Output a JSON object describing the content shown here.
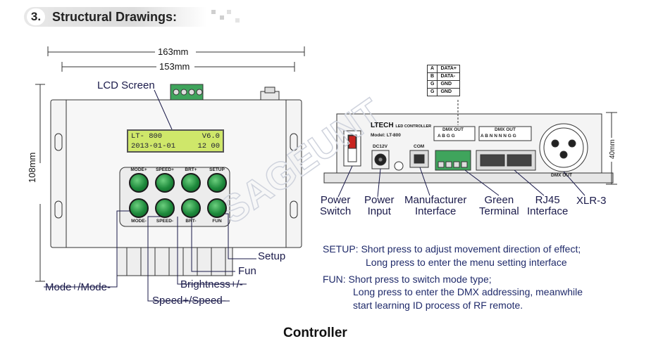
{
  "header": {
    "number": "3.",
    "title": "Structural Drawings:"
  },
  "dimensions": {
    "width_outer": "163mm",
    "width_inner": "153mm",
    "height_left": "108mm",
    "height_right": "40mm"
  },
  "front": {
    "lcd_label": "LCD Screen",
    "lcd_line1_left": "LT- 800",
    "lcd_line1_right": "V6.0",
    "lcd_line2_left": "2013-01-01",
    "lcd_line2_right": "12 00",
    "buttons_top": [
      "MODE+",
      "SPEED+",
      "BRT+",
      "SETUP"
    ],
    "buttons_bottom": [
      "MODE-",
      "SPEED-",
      "BRT-",
      "FUN"
    ],
    "callouts": {
      "setup": "Setup",
      "fun": "Fun",
      "brightness": "Brightness+/-",
      "mode": "Mode+/Mode-",
      "speed": "Speed+/Speed-"
    }
  },
  "back": {
    "brand": "LTECH",
    "brand_sub": "LED CONTROLLER",
    "model": "Model: LT-800",
    "dc_label": "DC12V",
    "com_label": "COM",
    "dmx_out_small": "DMX OUT",
    "dmx_small_pins": "A  B  G  G",
    "dmx_out_rj": "DMX OUT",
    "rj_pins": "A B N N N N G G",
    "xlr_label": "DMX OUT",
    "pin_table": [
      [
        "A",
        "DATA+"
      ],
      [
        "B",
        "DATA-"
      ],
      [
        "G",
        "GND"
      ],
      [
        "G",
        "GND"
      ]
    ],
    "callouts": {
      "power_switch": [
        "Power",
        "Switch"
      ],
      "power_input": [
        "Power",
        "Input"
      ],
      "manufacturer": [
        "Manufacturer",
        "Interface"
      ],
      "green_terminal": [
        "Green",
        "Terminal"
      ],
      "rj45": [
        "RJ45",
        "Interface"
      ],
      "xlr": "XLR-3"
    }
  },
  "notes": {
    "setup_line1": "SETUP: Short press to adjust movement direction of effect;",
    "setup_line2": "Long press to enter the menu setting interface",
    "fun_line1": "FUN: Short press to switch mode type;",
    "fun_line2": "Long press to enter the DMX addressing, meanwhile",
    "fun_line3": "start learning ID process of RF remote."
  },
  "caption": "Controller",
  "watermark": "SAGEUNT"
}
